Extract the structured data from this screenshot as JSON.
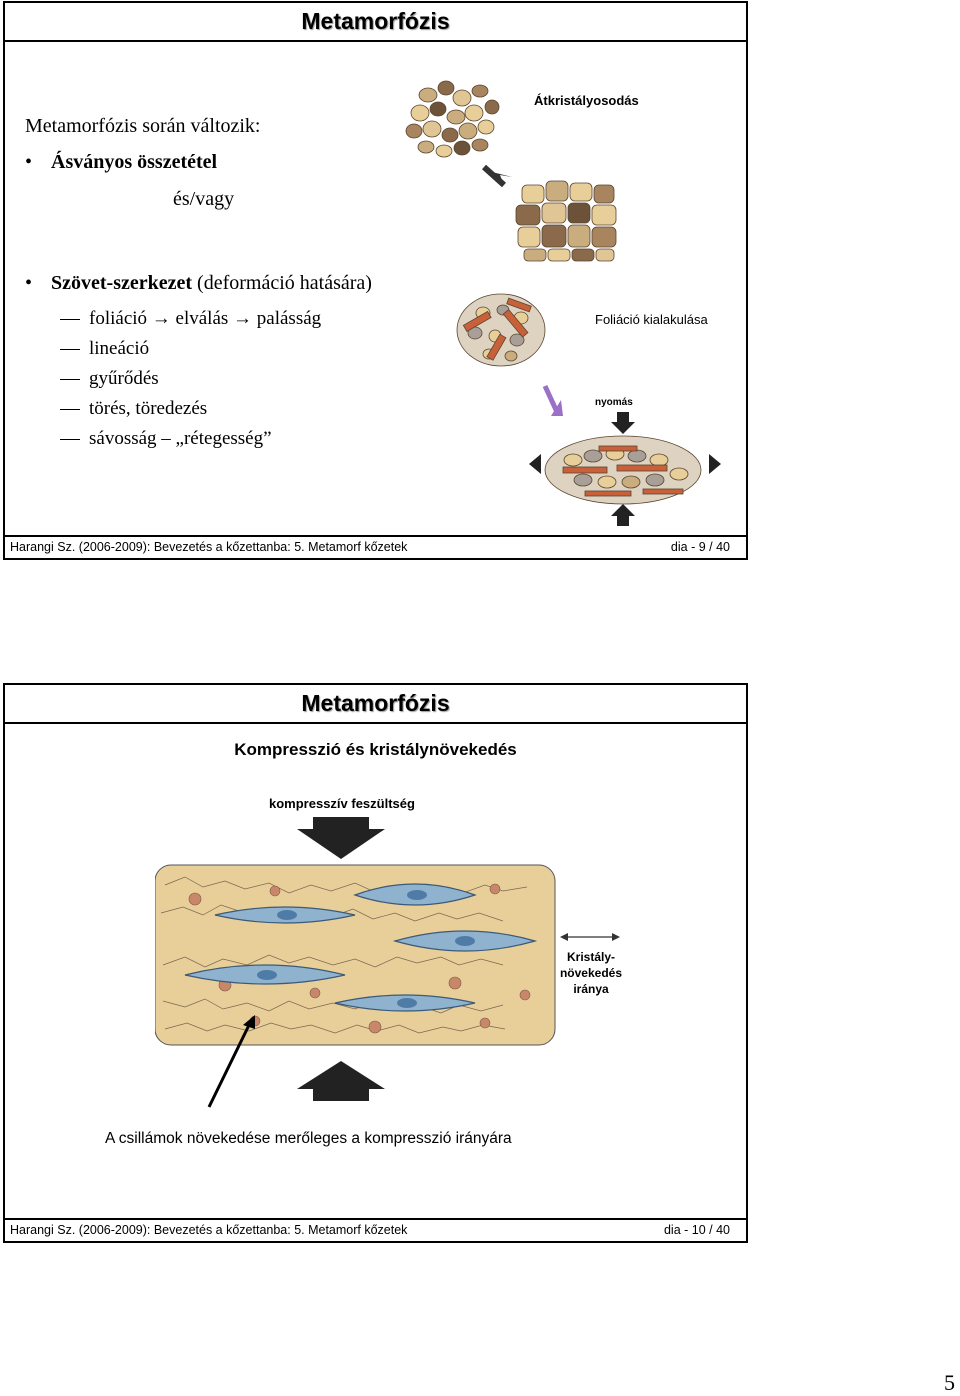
{
  "slide1": {
    "title": "Metamorfózis",
    "intro": "Metamorfózis során változik:",
    "bullet1_bold": "Ásványos összetétel",
    "bullet1_sub": "és/vagy",
    "bullet2_bold": "Szövet-szerkezet",
    "bullet2_rest": " (deformáció hatására)",
    "items": [
      "foliáció → elválás → palásság",
      "lineáció",
      "gyűrődés",
      "törés, töredezés",
      "sávosság – „rétegesség”"
    ],
    "label_recryst": "Átkristályosodás",
    "label_foliation": "Foliáció kialakulása",
    "label_pressure": "nyomás",
    "footer_left": "Harangi Sz. (2006-2009): Bevezetés a kőzettanba: 5. Metamorf kőzetek",
    "footer_right": "dia - 9  / 40"
  },
  "slide2": {
    "title": "Metamorfózis",
    "subtitle": "Kompresszió és kristálynövekedés",
    "label_stress": "kompresszív feszültség",
    "label_growth_1": "Kristály-",
    "label_growth_2": "növekedés",
    "label_growth_3": "iránya",
    "caption": "A csillámok növekedése merőleges a kompresszió irányára",
    "footer_left": "Harangi Sz. (2006-2009): Bevezetés a kőzettanba: 5. Metamorf kőzetek",
    "footer_right": "dia - 10  / 40"
  },
  "page_number": "5",
  "colors": {
    "grain_light": "#e8cf9a",
    "grain_dark": "#8a6a4a",
    "mica": "#c8603a",
    "crystal": "#8fb2cf"
  }
}
